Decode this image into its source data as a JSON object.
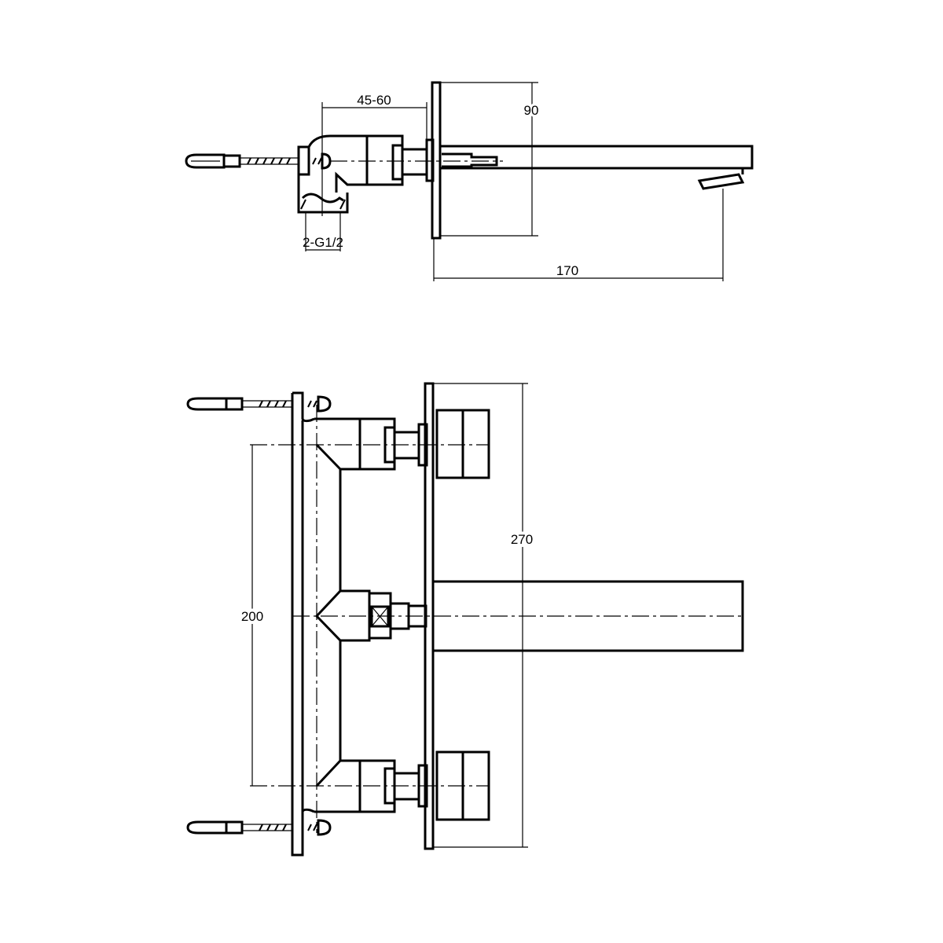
{
  "drawing": {
    "top_view": {
      "dimensions": {
        "insertion_depth": "45-60",
        "plate_height": "90",
        "inlet_thread": "2-G1/2",
        "spout_projection": "170"
      }
    },
    "front_view": {
      "dimensions": {
        "inlet_spacing": "200",
        "plate_length": "270"
      }
    },
    "line_color": "#000000",
    "background_color": "#ffffff"
  }
}
